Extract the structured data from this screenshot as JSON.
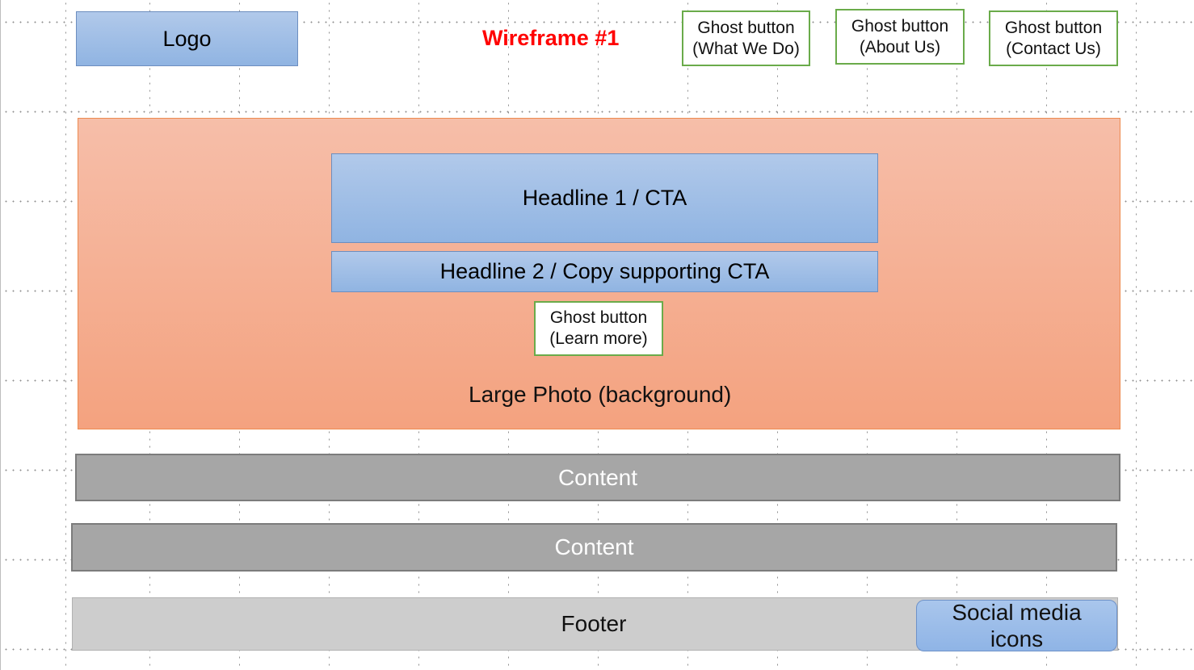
{
  "header": {
    "logo_label": "Logo",
    "title": "Wireframe #1",
    "nav_buttons": [
      {
        "line1": "Ghost button",
        "line2": "(What We Do)"
      },
      {
        "line1": "Ghost button",
        "line2": "(About Us)"
      },
      {
        "line1": "Ghost button",
        "line2": "(Contact Us)"
      }
    ]
  },
  "hero": {
    "headline1": "Headline 1 / CTA",
    "headline2": "Headline 2 / Copy supporting CTA",
    "cta_button": {
      "line1": "Ghost button",
      "line2": "(Learn more)"
    },
    "background_label": "Large Photo (background)"
  },
  "content_sections": [
    "Content",
    "Content"
  ],
  "footer": {
    "label": "Footer",
    "social": {
      "line1": "Social media",
      "line2": "icons"
    }
  },
  "colors": {
    "title": "#ff0000",
    "ghost_border": "#6aab4a",
    "blue_fill": "#9dbde6",
    "photo_fill": "#f5b095",
    "content_fill": "#a6a6a6",
    "footer_fill": "#cdcdcd"
  }
}
